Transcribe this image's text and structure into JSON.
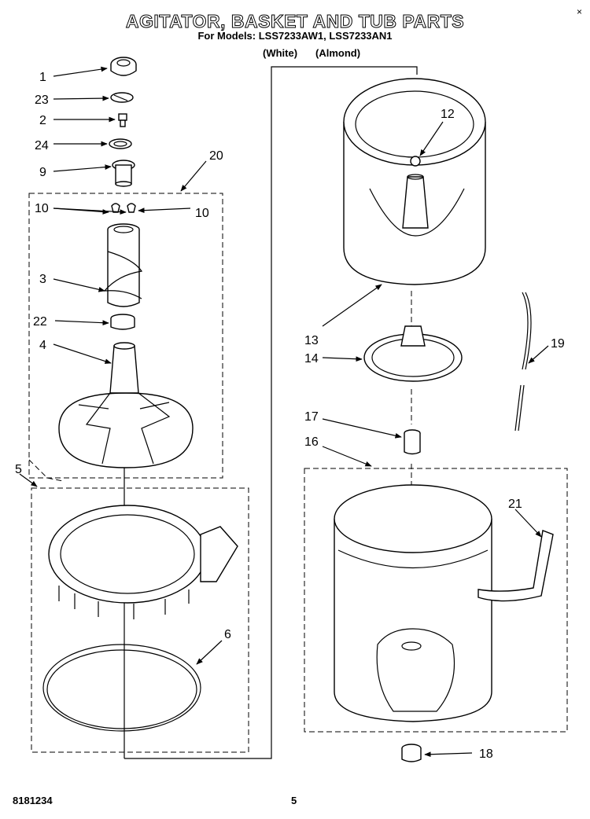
{
  "header": {
    "title": "AGITATOR, BASKET AND TUB PARTS",
    "models": "For Models: LSS7233AW1, LSS7233AN1",
    "color_white": "(White)",
    "color_almond": "(Almond)"
  },
  "close_glyph": "×",
  "parts": {
    "p1": "1",
    "p23": "23",
    "p2": "2",
    "p24": "24",
    "p9": "9",
    "p20": "20",
    "p10a": "10",
    "p10b": "10",
    "p3": "3",
    "p22": "22",
    "p4": "4",
    "p5": "5",
    "p6": "6",
    "p12": "12",
    "p13": "13",
    "p14": "14",
    "p19": "19",
    "p17": "17",
    "p16": "16",
    "p21": "21",
    "p18": "18"
  },
  "footer": {
    "diagram_number": "8181234",
    "page_number": "5"
  }
}
